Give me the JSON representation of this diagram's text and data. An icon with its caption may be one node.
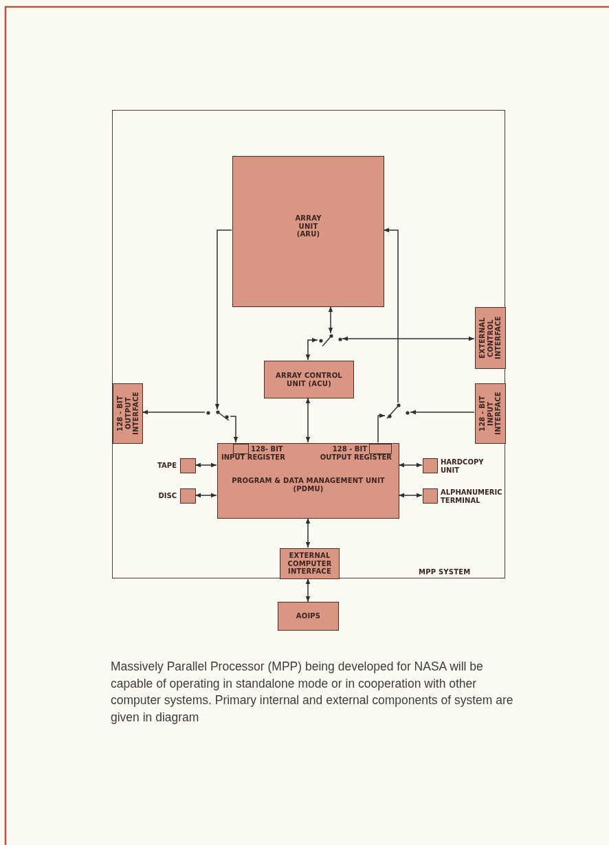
{
  "diagram": {
    "caption": "Massively Parallel Processor (MPP) being developed for NASA will be capable of operating in standalone mode or in cooperation with other computer systems. Primary internal and external components of system are given in diagram",
    "nodes": [
      {
        "text": [
          "MPP SYSTEM"
        ]
      },
      {
        "text": [
          "ARRAY UNIT (ARU)"
        ],
        "in": 0
      },
      {
        "text": [
          "ARRAY CONTROL UNIT (ACU)"
        ],
        "in": 0
      },
      {
        "text": [
          "EXTERNAL CONTROL INTERFACE"
        ],
        "in": 0
      },
      {
        "text": [
          "128 - BIT OUTPUT INTERFACE"
        ],
        "in": 0
      },
      {
        "text": [
          "128 - BIT INPUT INTERFACE"
        ],
        "in": 0
      },
      {
        "text": [
          "PROGRAM & DATA MANAGEMENT UNIT (PDMU)"
        ],
        "in": 0
      },
      {
        "text": [],
        "shape": "box",
        "in": 6,
        "beside": [
          "128- BIT INPUT REGISTER"
        ]
      },
      {
        "text": [],
        "shape": "box",
        "in": 6,
        "beside": [
          "128 - BIT OUTPUT REGISTER"
        ]
      },
      {
        "text": [],
        "shape": "box",
        "in": 0,
        "beside": [
          "TAPE"
        ]
      },
      {
        "text": [],
        "shape": "box",
        "in": 0,
        "beside": [
          "DISC"
        ]
      },
      {
        "text": [],
        "shape": "box",
        "in": 0,
        "beside": [
          "HARDCOPY UNIT"
        ]
      },
      {
        "text": [],
        "shape": "box",
        "in": 0,
        "beside": [
          "ALPHANUMERIC TERMINAL"
        ]
      },
      {
        "text": [
          "EXTERNAL COMPUTER INTERFACE"
        ],
        "in": 0
      },
      {
        "text": [
          "AOIPS"
        ]
      },
      {
        "text": [],
        "shape": "switch",
        "in": 0
      },
      {
        "text": [],
        "shape": "switch",
        "in": 0
      },
      {
        "text": [],
        "shape": "switch",
        "in": 0
      }
    ],
    "edges": [
      {
        "from": 1,
        "to": 15,
        "arrow": "both"
      },
      {
        "from": 15,
        "to": 2,
        "arrow": "both"
      },
      {
        "from": 15,
        "to": 3,
        "arrow": "both"
      },
      {
        "from": 1,
        "to": 16,
        "arrow": "to"
      },
      {
        "from": 16,
        "to": 4,
        "arrow": "to"
      },
      {
        "from": 16,
        "to": 7,
        "arrow": "to"
      },
      {
        "from": 8,
        "to": 17,
        "arrow": "to"
      },
      {
        "from": 17,
        "to": 1,
        "arrow": "to"
      },
      {
        "from": 5,
        "to": 17,
        "arrow": "to"
      },
      {
        "from": 2,
        "to": 6,
        "arrow": "both"
      },
      {
        "from": 9,
        "to": 6,
        "arrow": "both"
      },
      {
        "from": 10,
        "to": 6,
        "arrow": "both"
      },
      {
        "from": 6,
        "to": 11,
        "arrow": "both"
      },
      {
        "from": 6,
        "to": 12,
        "arrow": "both"
      },
      {
        "from": 6,
        "to": 13,
        "arrow": "both"
      },
      {
        "from": 13,
        "to": 14,
        "arrow": "both"
      }
    ]
  }
}
